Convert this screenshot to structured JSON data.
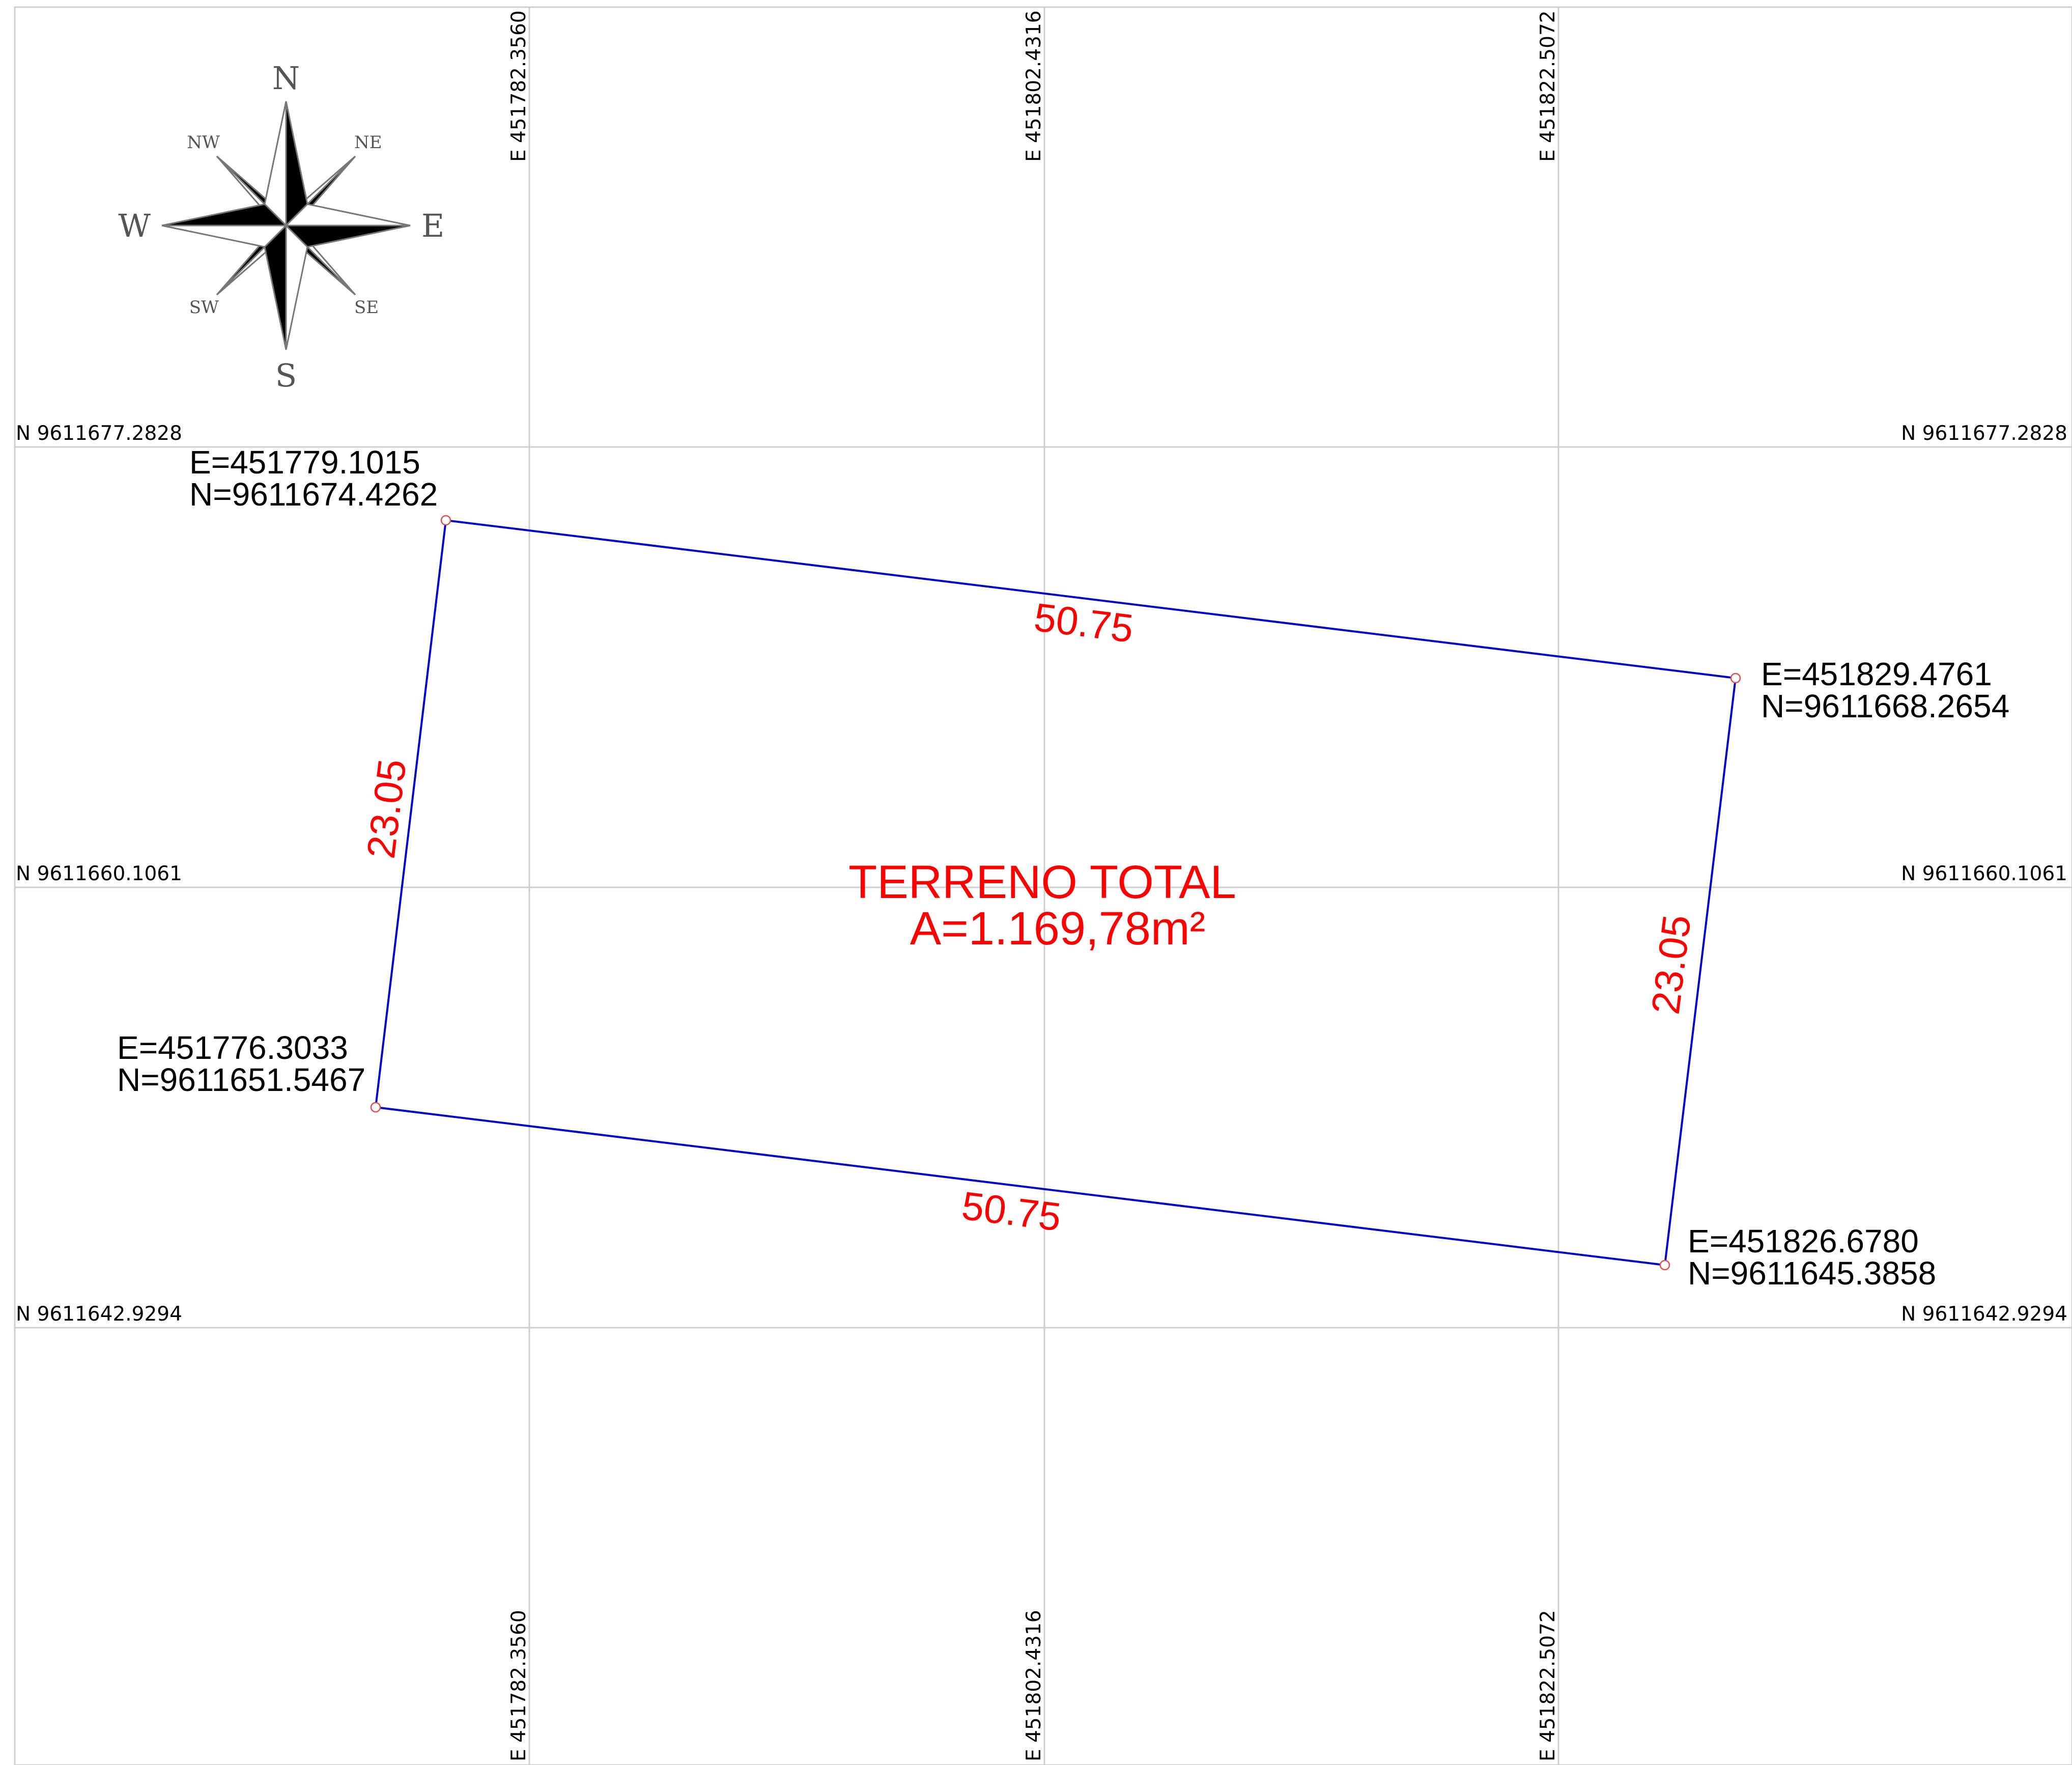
{
  "grid": {
    "easting_labels": [
      "E 451782.3560",
      "E 451802.4316",
      "E 451822.5072"
    ],
    "northing_labels": [
      "N 9611677.2828",
      "N 9611660.1061",
      "N 9611642.9294"
    ]
  },
  "compass": {
    "N": "N",
    "S": "S",
    "E": "E",
    "W": "W",
    "NE": "NE",
    "NW": "NW",
    "SE": "SE",
    "SW": "SW"
  },
  "vertices": [
    {
      "id": "v1",
      "E": "E=451779.1015",
      "N": "N=9611674.4262"
    },
    {
      "id": "v2",
      "E": "E=451829.4761",
      "N": "N=9611668.2654"
    },
    {
      "id": "v3",
      "E": "E=451826.6780",
      "N": "N=9611645.3858"
    },
    {
      "id": "v4",
      "E": "E=451776.3033",
      "N": "N=9611651.5467"
    }
  ],
  "dimensions": {
    "top": "50.75",
    "bottom": "50.75",
    "left": "23.05",
    "right": "23.05"
  },
  "parcel": {
    "title": "TERRENO TOTAL",
    "area": "A=1.169,78m²"
  },
  "colors": {
    "boundary": "#0000d0",
    "annotation": "#ff0000",
    "grid": "#cfcfcf"
  }
}
